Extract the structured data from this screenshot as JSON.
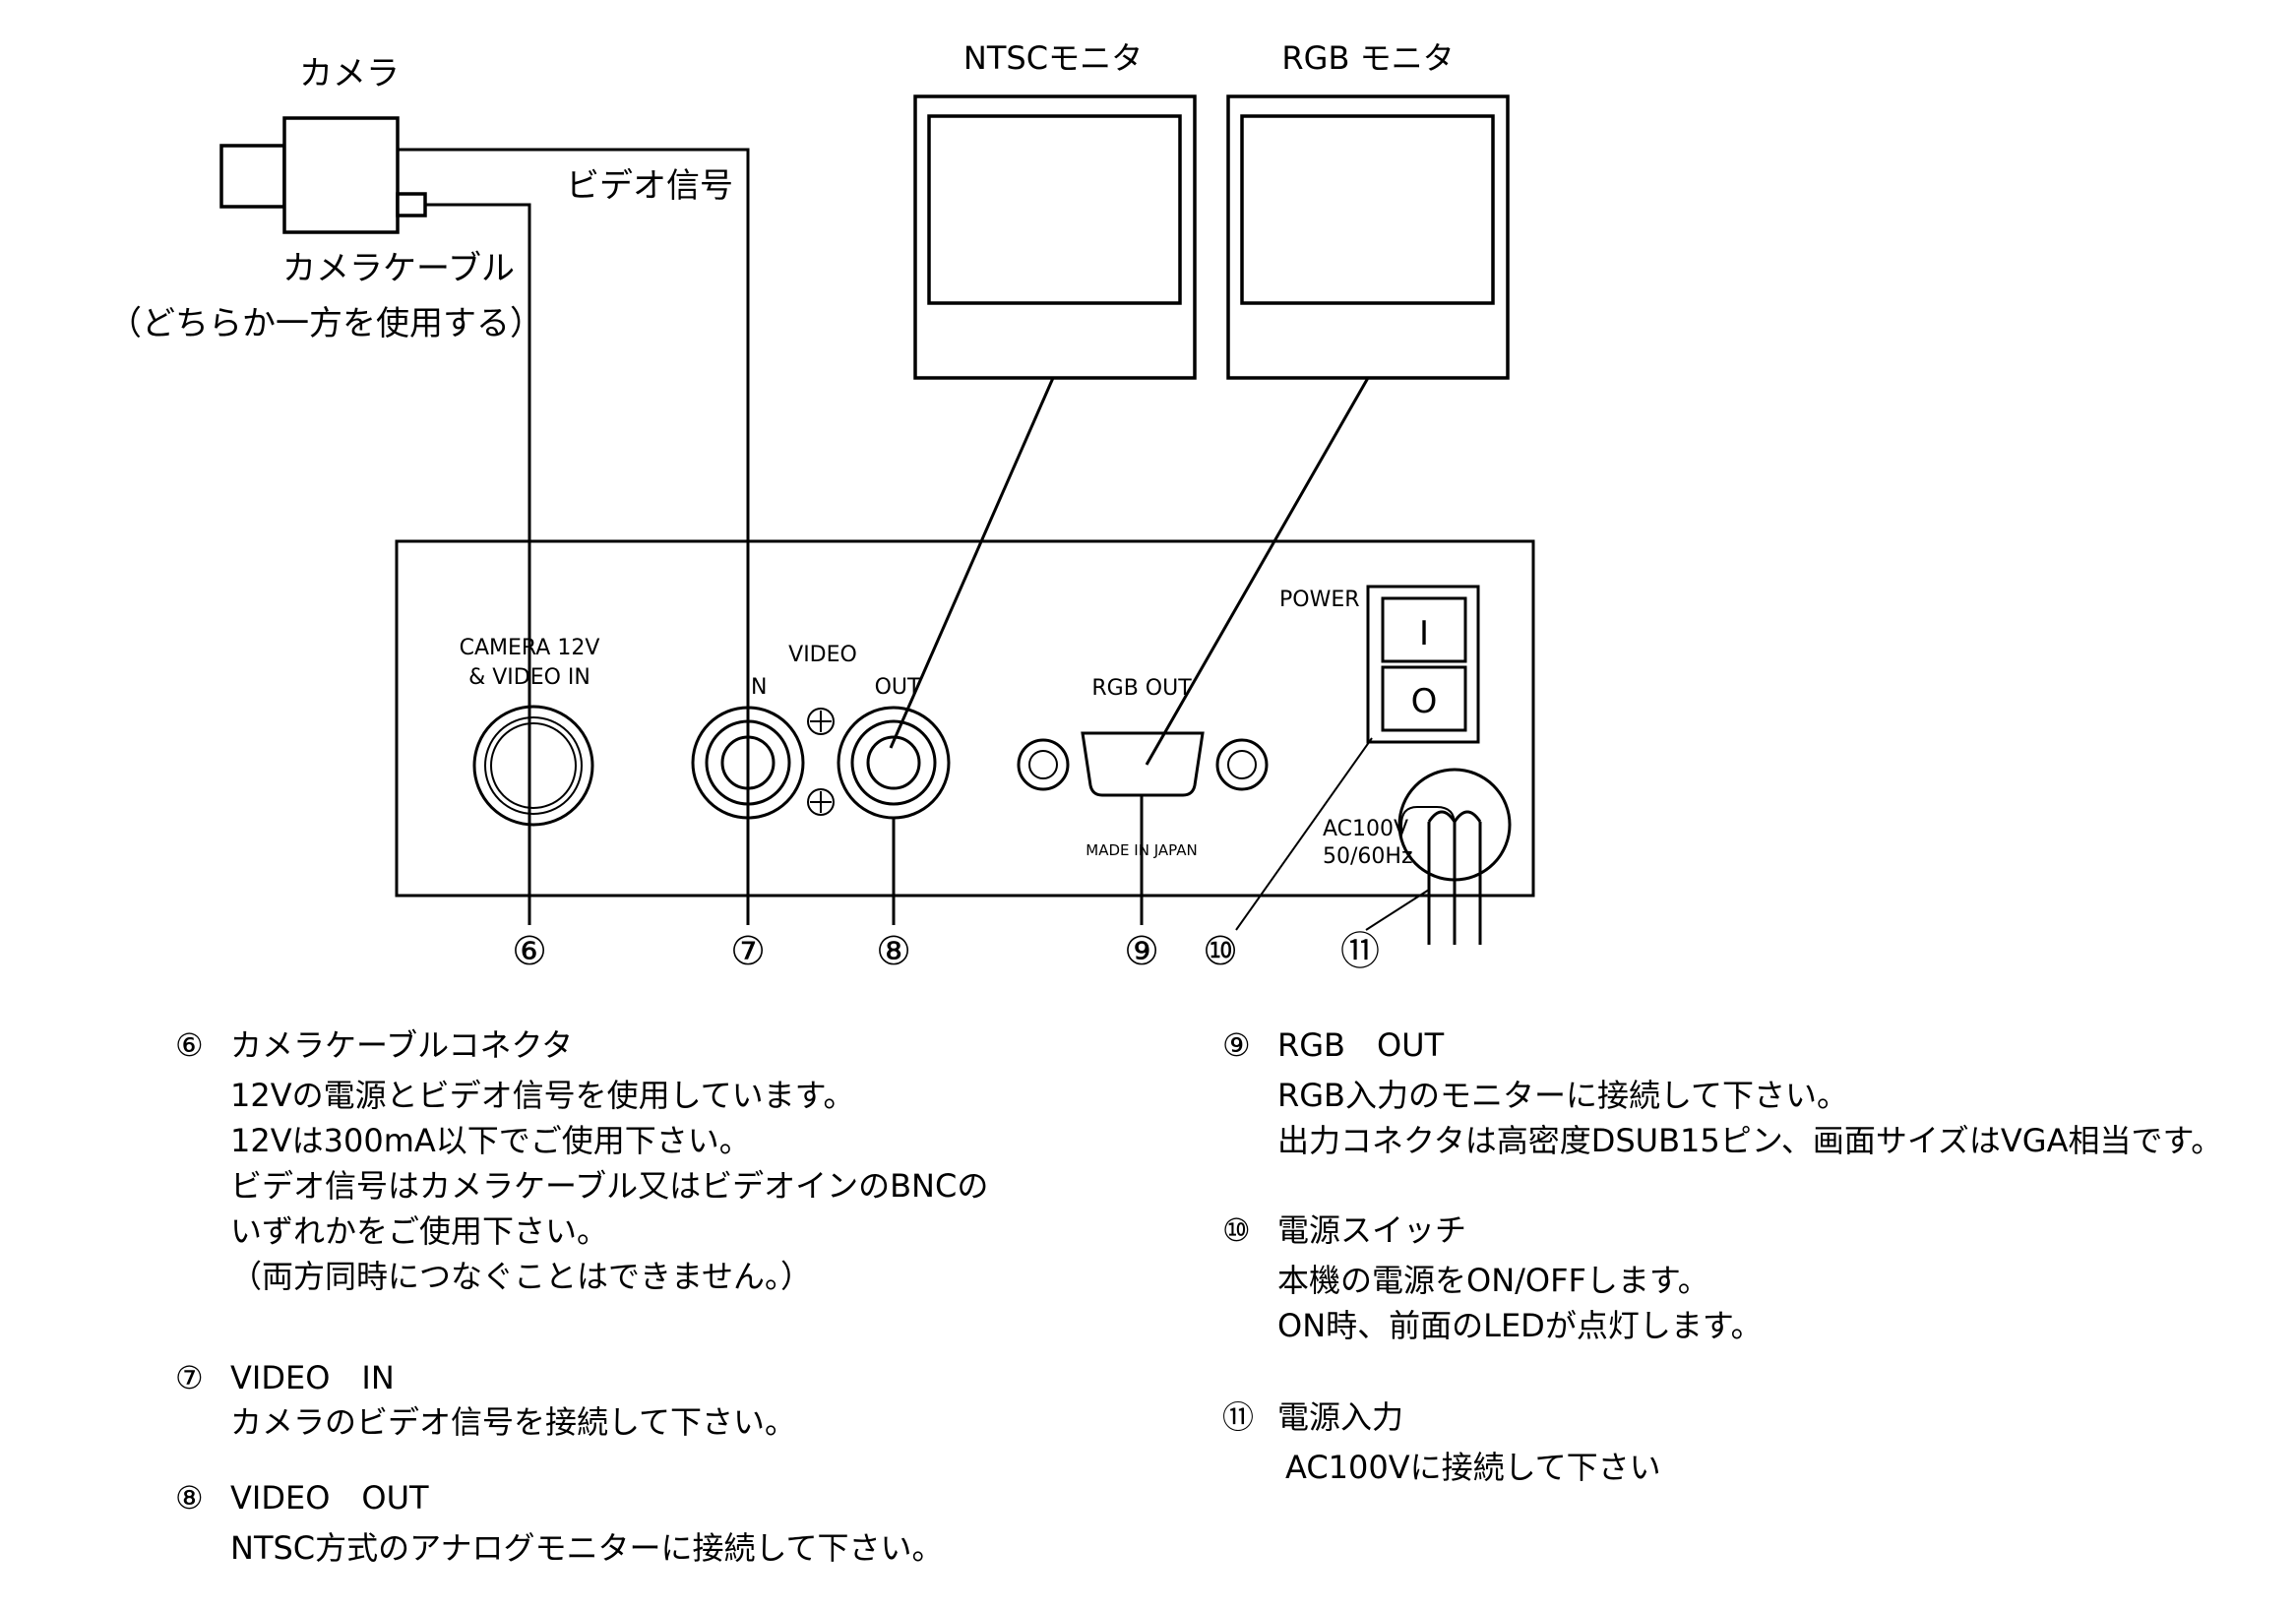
{
  "labels": {
    "camera": "カメラ",
    "video_signal": "ビデオ信号",
    "camera_cable": "カメラケーブル",
    "either_one": "（どちらか一方を使用する）",
    "ntsc_monitor": "NTSCモニタ",
    "rgb_monitor": "RGB モニタ",
    "power": "POWER",
    "switch_on": "I",
    "switch_off": "O",
    "camera_12v_line1": "CAMERA 12V",
    "camera_12v_line2": "& VIDEO IN",
    "video": "VIDEO",
    "in": "IN",
    "out": "OUT",
    "rgb_out": "RGB OUT",
    "made_in_japan": "MADE IN JAPAN",
    "ac100v": "AC100V",
    "hz": "50/60Hz",
    "plus": "+"
  },
  "callouts": [
    "⑥",
    "⑦",
    "⑧",
    "⑨",
    "⑩",
    "⑪"
  ],
  "descriptions": [
    {
      "num": "⑥",
      "title": "カメラケーブルコネクタ",
      "lines": [
        "12Vの電源とビデオ信号を使用しています。",
        "12Vは300mA以下でご使用下さい。",
        "ビデオ信号はカメラケーブル又はビデオインのBNCの",
        "いずれかをご使用下さい。",
        "（両方同時につなぐことはできません。）"
      ]
    },
    {
      "num": "⑦",
      "title": "VIDEO　IN",
      "lines": [
        "カメラのビデオ信号を接続して下さい。"
      ]
    },
    {
      "num": "⑧",
      "title": "VIDEO　OUT",
      "lines": [
        "NTSC方式のアナログモニターに接続して下さい。"
      ]
    },
    {
      "num": "⑨",
      "title": "RGB　OUT",
      "lines": [
        "RGB入力のモニターに接続して下さい。",
        "出力コネクタは高密度DSUB15ピン、画面サイズはVGA相当です。"
      ]
    },
    {
      "num": "⑩",
      "title": "電源スイッチ",
      "lines": [
        "本機の電源をON/OFFします。",
        "ON時、前面のLEDが点灯します。"
      ]
    },
    {
      "num": "⑪",
      "title": "電源入力",
      "lines": [
        "AC100Vに接続して下さい"
      ]
    }
  ]
}
